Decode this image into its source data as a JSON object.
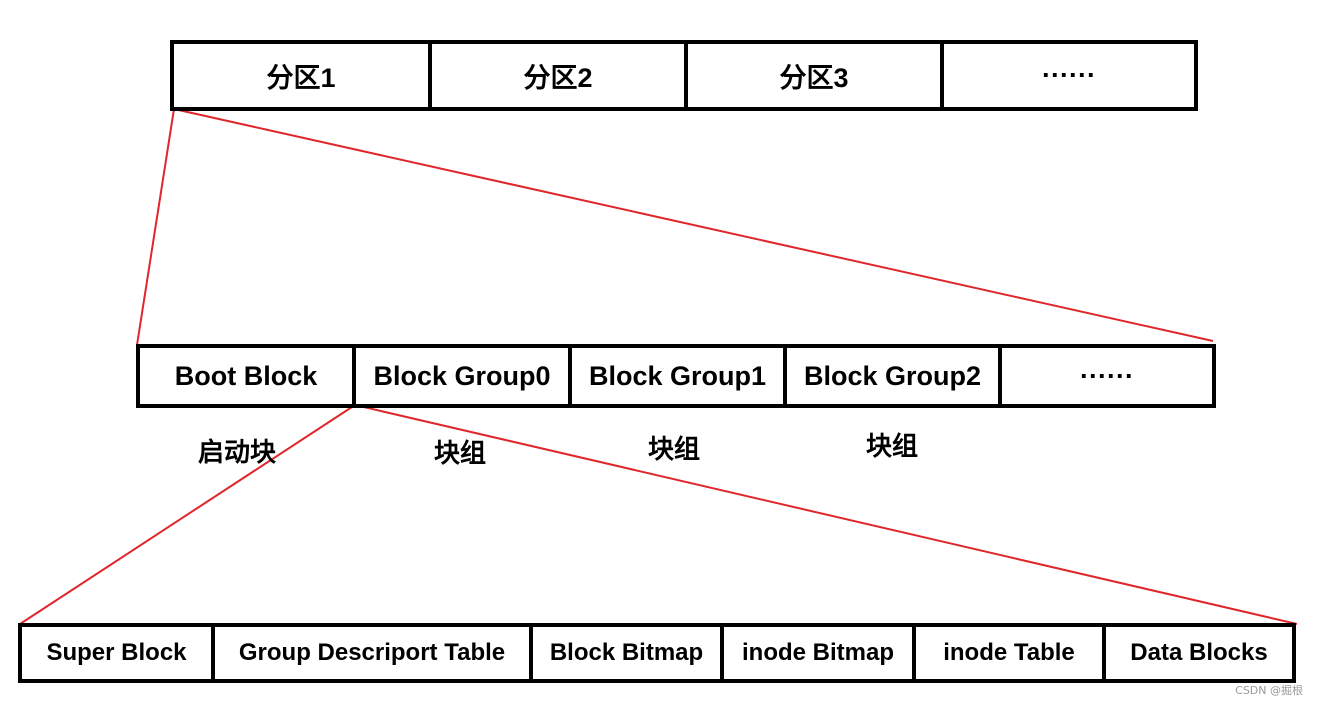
{
  "colors": {
    "border": "#000000",
    "connector": "#e0262b",
    "text": "#000000",
    "watermark": "#9a9a9a"
  },
  "partitions": [
    "分区1",
    "分区2",
    "分区3",
    "······"
  ],
  "block_groups": [
    "Boot Block",
    "Block Group0",
    "Block Group1",
    "Block Group2",
    "······"
  ],
  "captions": [
    "启动块",
    "块组",
    "块组",
    "块组"
  ],
  "group_parts": [
    "Super Block",
    "Group Descriport Table",
    "Block Bitmap",
    "inode Bitmap",
    "inode Table",
    "Data Blocks"
  ],
  "watermark": "CSDN @掘根"
}
